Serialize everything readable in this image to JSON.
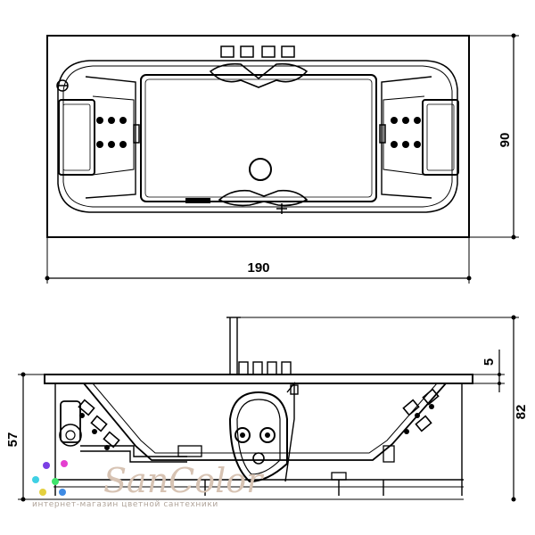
{
  "dimensions": {
    "width_label": "190",
    "depth_label": "90",
    "height_label": "57",
    "total_height_label": "82",
    "rim_label": "5"
  },
  "watermark": {
    "brand": "SanColor",
    "tagline": "интернет-магазин цветной сантехники",
    "dot_colors": [
      "#7b3fe4",
      "#e43fd0",
      "#3fd0e4",
      "#3fe46a",
      "#e4d03f",
      "#3f8be4"
    ]
  }
}
